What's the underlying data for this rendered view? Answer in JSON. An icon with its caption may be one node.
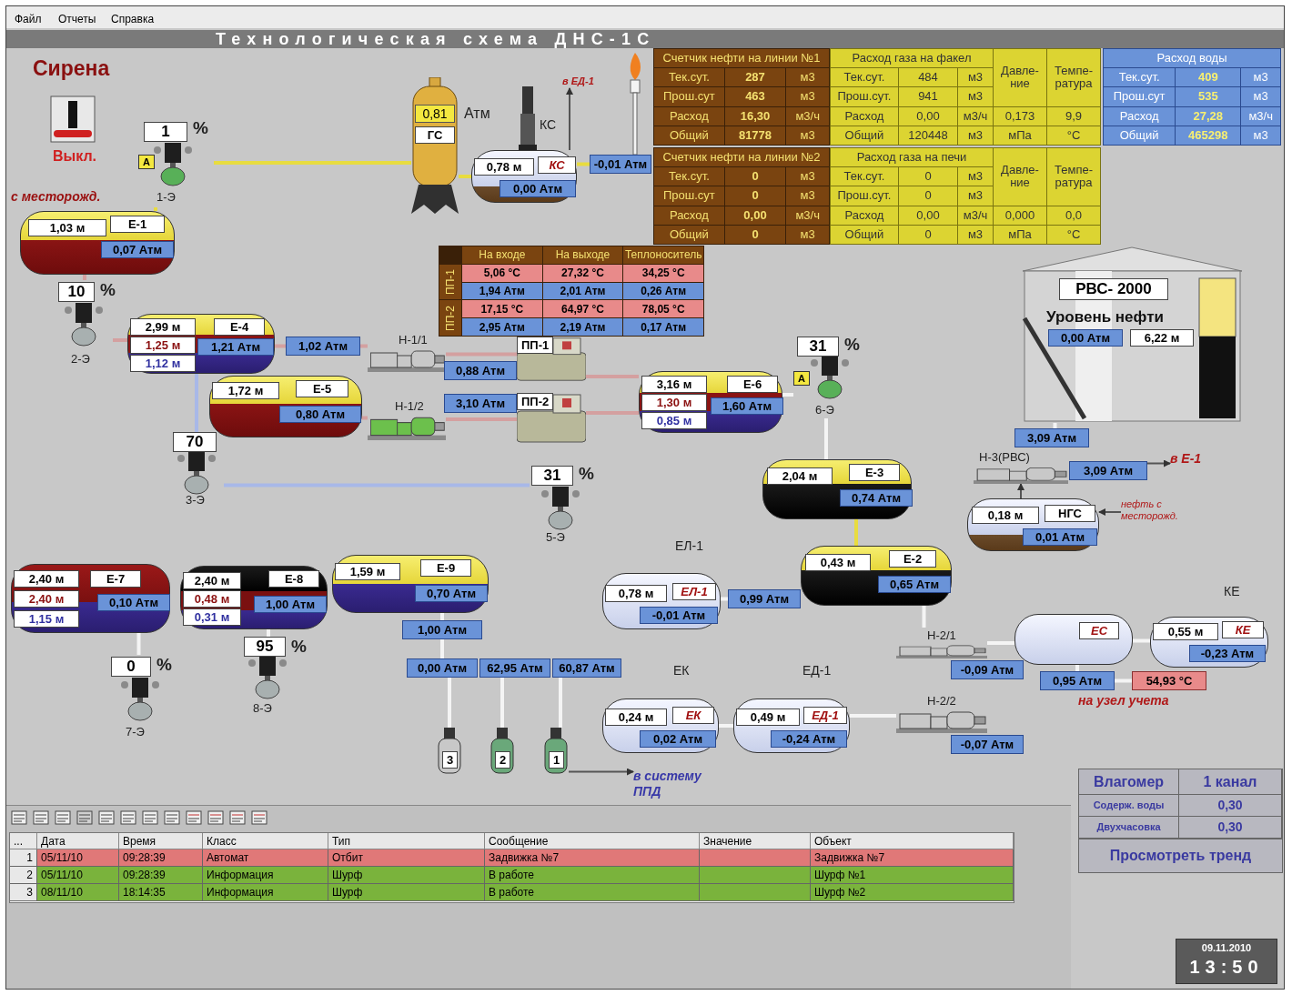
{
  "diagram": {
    "title": "Технологическая схема ДНС-1С",
    "nodes": [
      {
        "text": [
          "1",
          "%",
          "А",
          "1-Э"
        ]
      },
      {
        "text": [
          "1,03 м",
          "Е-1",
          "0,07 Атм"
        ],
        "beside": [
          "с месторожд."
        ]
      },
      {
        "text": [
          "0,81",
          "ГС"
        ],
        "beside": [
          "Атм"
        ]
      },
      {
        "text": [
          "0,78 м",
          "КС",
          "0,00 Атм"
        ],
        "beside": [
          "КС"
        ]
      },
      {
        "text": [
          "-0,01 Атм"
        ]
      },
      {
        "text": [
          "Счетчик нефти на линии №1",
          "Тек.сут.",
          "287",
          "м3",
          "Прош.сут",
          "463",
          "м3",
          "Расход",
          "16,30",
          "м3/ч",
          "Общий",
          "81778",
          "м3"
        ]
      },
      {
        "text": [
          "Расход газа на факел",
          "Давле- ние",
          "Темпе- ратура",
          "Тек.сут.",
          "484",
          "м3",
          "Прош.сут.",
          "941",
          "м3",
          "Расход",
          "0,00",
          "м3/ч",
          "0,173",
          "9,9",
          "Общий",
          "120448",
          "м3",
          "мПа",
          "°С"
        ]
      },
      {
        "text": [
          "Счетчик нефти на линии №2",
          "Тек.сут.",
          "0",
          "м3",
          "Прош.сут",
          "0",
          "м3",
          "Расход",
          "0,00",
          "м3/ч",
          "Общий",
          "0",
          "м3"
        ]
      },
      {
        "text": [
          "Расход газа на печи",
          "Давле- ние",
          "Темпе- ратура",
          "Тек.сут.",
          "0",
          "м3",
          "Прош.сут.",
          "0",
          "м3",
          "Расход",
          "0,00",
          "м3/ч",
          "0,000",
          "0,0",
          "Общий",
          "0",
          "м3",
          "мПа",
          "°С"
        ]
      },
      {
        "text": [
          "Расход воды",
          "Тек.сут.",
          "409",
          "м3",
          "Прош.сут",
          "535",
          "м3",
          "Расход",
          "27,28",
          "м3/ч",
          "Общий",
          "465298",
          "м3"
        ]
      },
      {
        "text": [
          "На входе",
          "На выходе",
          "Теплоноситель",
          "ПП-1",
          "5,06 °С",
          "27,32 °С",
          "34,25 °С",
          "1,94 Атм",
          "2,01 Атм",
          "0,26 Атм",
          "ПП-2",
          "17,15 °С",
          "64,97 °С",
          "78,05 °С",
          "2,95 Атм",
          "2,19 Атм",
          "0,17 Атм"
        ]
      },
      {
        "text": [
          "2,99 м",
          "1,25 м",
          "1,12 м",
          "Е-4",
          "1,21 Атм"
        ]
      },
      {
        "text": [
          "10",
          "%",
          "2-Э"
        ]
      },
      {
        "text": [
          "1,02 Атм"
        ]
      },
      {
        "text": [
          "1,72 м",
          "Е-5",
          "0,80 Атм"
        ]
      },
      {
        "text": [
          "Н-1/1"
        ]
      },
      {
        "text": [
          "0,88 Атм"
        ]
      },
      {
        "text": [
          "Н-1/2"
        ]
      },
      {
        "text": [
          "3,10 Атм"
        ]
      },
      {
        "text": [
          "ПП-1"
        ]
      },
      {
        "text": [
          "ПП-2"
        ]
      },
      {
        "text": [
          "70",
          "3-Э"
        ]
      },
      {
        "text": [
          "31",
          "%",
          "5-Э"
        ]
      },
      {
        "text": [
          "3,16 м",
          "1,30 м",
          "0,85 м",
          "Е-6",
          "1,60 Атм"
        ]
      },
      {
        "text": [
          "31",
          "%",
          "А",
          "6-Э"
        ]
      },
      {
        "text": [
          "2,04 м",
          "Е-3",
          "0,74 Атм"
        ]
      },
      {
        "text": [
          "РВС- 2000",
          "Уровень нефти",
          "0,00 Атм",
          "6,22 м"
        ]
      },
      {
        "text": [
          "3,09 Атм"
        ]
      },
      {
        "text": [
          "Н-3(РВС)"
        ]
      },
      {
        "text": [
          "3,09 Атм"
        ]
      },
      {
        "text": [
          "в Е-1"
        ]
      },
      {
        "text": [
          "0,18 м",
          "НГС",
          "0,01 Атм"
        ]
      },
      {
        "text": [
          "нефть с месторожд."
        ]
      },
      {
        "text": [
          "2,40 м",
          "2,40 м",
          "1,15 м",
          "Е-7",
          "0,10 Атм"
        ]
      },
      {
        "text": [
          "2,40 м",
          "0,48 м",
          "0,31 м",
          "Е-8",
          "1,00 Атм"
        ]
      },
      {
        "text": [
          "1,59 м",
          "Е-9",
          "0,70 Атм"
        ]
      },
      {
        "text": [
          "95",
          "%",
          "8-Э"
        ]
      },
      {
        "text": [
          "0",
          "%",
          "7-Э"
        ]
      },
      {
        "text": [
          "1,00 Атм"
        ]
      },
      {
        "text": [
          "0,00 Атм"
        ]
      },
      {
        "text": [
          "62,95 Атм"
        ]
      },
      {
        "text": [
          "60,87 Атм"
        ]
      },
      {
        "text": [
          "3"
        ]
      },
      {
        "text": [
          "2"
        ]
      },
      {
        "text": [
          "1"
        ]
      },
      {
        "text": [
          "в систему ППД"
        ]
      },
      {
        "text": [
          "0,78 м",
          "ЕЛ-1",
          "-0,01 Атм"
        ],
        "beside": [
          "ЕЛ-1"
        ]
      },
      {
        "text": [
          "0,99 Атм"
        ]
      },
      {
        "text": [
          "0,43 м",
          "Е-2",
          "0,65 Атм"
        ]
      },
      {
        "text": [
          "0,24 м",
          "ЕК",
          "0,02 Атм"
        ],
        "beside": [
          "ЕК"
        ]
      },
      {
        "text": [
          "0,49 м",
          "ЕД-1",
          "-0,24 Атм"
        ],
        "beside": [
          "ЕД-1"
        ]
      },
      {
        "text": [
          "Н-2/1"
        ]
      },
      {
        "text": [
          "-0,09 Атм"
        ]
      },
      {
        "text": [
          "Н-2/2"
        ]
      },
      {
        "text": [
          "-0,07 Атм"
        ]
      },
      {
        "text": [
          "ЕС"
        ]
      },
      {
        "text": [
          "0,55 м",
          "КЕ",
          "-0,23 Атм"
        ],
        "beside": [
          "КЕ"
        ]
      },
      {
        "text": [
          "0,95 Атм"
        ]
      },
      {
        "text": [
          "54,93 °С"
        ]
      },
      {
        "text": [
          "на узел учета"
        ]
      },
      {
        "text": [
          "в ЕД-1"
        ]
      },
      {
        "text": [
          "Влагомер",
          "1 канал",
          "Содерж. воды",
          "0,30",
          "Двухчасовка",
          "0,30",
          "Просмотреть тренд"
        ]
      },
      {
        "text": [
          "09.11.2010",
          "13:50"
        ]
      },
      {
        "text": [
          "...",
          "Дата",
          "Время",
          "Класс",
          "Тип",
          "Сообщение",
          "Значение",
          "Объект",
          "1",
          "05/11/10",
          "09:28:39",
          "Автомат",
          "Отбит",
          "Задвижка №7",
          "Задвижка №7",
          "2",
          "05/11/10",
          "09:28:39",
          "Информация",
          "Шурф",
          "В работе",
          "Шурф №1",
          "3",
          "08/11/10",
          "18:14:35",
          "Информация",
          "Шурф",
          "В работе",
          "Шурф №2"
        ]
      }
    ],
    "edges": [
      {
        "from": 1,
        "to": 0,
        "arrow": "none",
        "color": "#e8dc40"
      },
      {
        "from": 0,
        "to": 2,
        "arrow": "none",
        "color": "#e8dc40"
      },
      {
        "from": 2,
        "to": 3,
        "arrow": "none",
        "color": "#e8dc40"
      },
      {
        "from": 3,
        "to": 4,
        "arrow": "none",
        "color": "#e8dc40"
      },
      {
        "from": 3,
        "to": 60,
        "arrow": "to",
        "color": "#555555"
      },
      {
        "from": 1,
        "to": 12,
        "arrow": "none",
        "color": "#d4a0a0"
      },
      {
        "from": 12,
        "to": 11,
        "arrow": "none",
        "color": "#d4a0a0"
      },
      {
        "from": 11,
        "to": 13,
        "arrow": "none",
        "color": "#d4a0a0"
      },
      {
        "from": 13,
        "to": 15,
        "arrow": "none",
        "color": "#d4a0a0"
      },
      {
        "from": 14,
        "to": 17,
        "arrow": "none",
        "color": "#d4a0a0"
      },
      {
        "from": 15,
        "to": 19,
        "arrow": "none",
        "color": "#d4a0a0"
      },
      {
        "from": 17,
        "to": 20,
        "arrow": "none",
        "color": "#d4a0a0"
      },
      {
        "from": 19,
        "to": 23,
        "arrow": "none",
        "color": "#d4a0a0"
      },
      {
        "from": 20,
        "to": 23,
        "arrow": "none",
        "color": "#d4a0a0"
      },
      {
        "from": 11,
        "to": 21,
        "arrow": "none",
        "color": "#a8b8e8"
      },
      {
        "from": 21,
        "to": 22,
        "arrow": "none",
        "color": "#a8b8e8"
      },
      {
        "from": 23,
        "to": 24,
        "arrow": "none"
      },
      {
        "from": 24,
        "to": 25,
        "arrow": "none"
      },
      {
        "from": 25,
        "to": 48,
        "arrow": "none",
        "color": "#e8dc40"
      },
      {
        "from": 26,
        "to": 27,
        "arrow": "none"
      },
      {
        "from": 29,
        "to": 30,
        "arrow": "to",
        "color": "#555555"
      },
      {
        "from": 32,
        "to": 31,
        "arrow": "to",
        "color": "#555555"
      },
      {
        "from": 31,
        "to": 28,
        "arrow": "to",
        "color": "#555555"
      },
      {
        "from": 33,
        "to": 37,
        "arrow": "none"
      },
      {
        "from": 34,
        "to": 36,
        "arrow": "none"
      },
      {
        "from": 35,
        "to": 38,
        "arrow": "none"
      },
      {
        "from": 38,
        "to": 39,
        "arrow": "none"
      },
      {
        "from": 39,
        "to": 42,
        "arrow": "none"
      },
      {
        "from": 40,
        "to": 43,
        "arrow": "none"
      },
      {
        "from": 41,
        "to": 44,
        "arrow": "none"
      },
      {
        "from": 44,
        "to": 45,
        "arrow": "to",
        "color": "#555555"
      },
      {
        "from": 46,
        "to": 47,
        "arrow": "none"
      },
      {
        "from": 49,
        "to": 50,
        "arrow": "none"
      },
      {
        "from": 50,
        "to": 53,
        "arrow": "none"
      },
      {
        "from": 51,
        "to": 55,
        "arrow": "none"
      },
      {
        "from": 55,
        "to": 57,
        "arrow": "none"
      },
      {
        "from": 57,
        "to": 58,
        "arrow": "none"
      },
      {
        "from": 56,
        "to": 55,
        "arrow": "none"
      },
      {
        "from": 48,
        "to": 51,
        "arrow": "none"
      }
    ],
    "labels": [
      "Файл",
      "Отчеты",
      "Справка",
      "Сирена",
      "Выкл."
    ]
  }
}
